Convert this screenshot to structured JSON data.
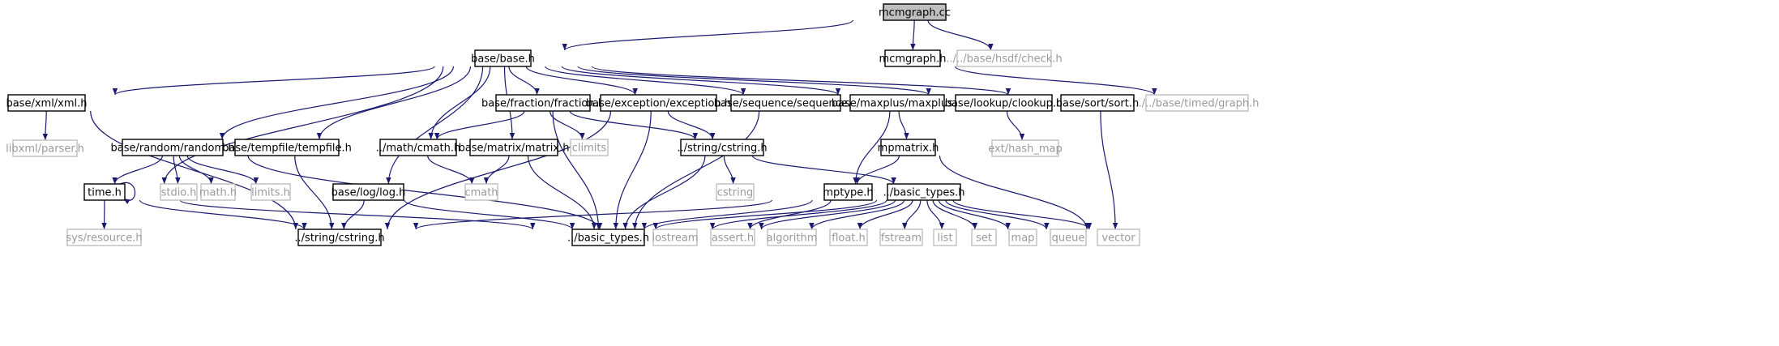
{
  "diagram": {
    "colors": {
      "edge": "#191970",
      "node_border": "#000000",
      "external_border": "#bfbfbf",
      "external_text": "#9a9a9a",
      "root_fill": "#bfbfbf",
      "text": "#000000"
    },
    "nodes": [
      {
        "id": "mcmgraph_cc",
        "label": "mcmgraph.cc",
        "kind": "root"
      },
      {
        "id": "base_base_h",
        "label": "base/base.h",
        "kind": "normal"
      },
      {
        "id": "mcmgraph_h",
        "label": "mcmgraph.h",
        "kind": "normal"
      },
      {
        "id": "check_h",
        "label": "../../base/hsdf/check.h",
        "kind": "external"
      },
      {
        "id": "xml_h",
        "label": "base/xml/xml.h",
        "kind": "normal"
      },
      {
        "id": "fraction_h",
        "label": "base/fraction/fraction.h",
        "kind": "normal"
      },
      {
        "id": "exception_h",
        "label": "base/exception/exception.h",
        "kind": "normal"
      },
      {
        "id": "sequence_h",
        "label": "base/sequence/sequence.h",
        "kind": "normal"
      },
      {
        "id": "maxplus_h",
        "label": "base/maxplus/maxplus.h",
        "kind": "normal"
      },
      {
        "id": "clookup_h",
        "label": "base/lookup/clookup.h",
        "kind": "normal"
      },
      {
        "id": "sort_h",
        "label": "base/sort/sort.h",
        "kind": "normal"
      },
      {
        "id": "timed_graph_h",
        "label": "../../base/timed/graph.h",
        "kind": "external"
      },
      {
        "id": "libxml_parser_h",
        "label": "libxml/parser.h",
        "kind": "external"
      },
      {
        "id": "random_h",
        "label": "base/random/random.h",
        "kind": "normal"
      },
      {
        "id": "tempfile_h",
        "label": "base/tempfile/tempfile.h",
        "kind": "normal"
      },
      {
        "id": "math_cmath_h",
        "label": "../math/cmath.h",
        "kind": "normal"
      },
      {
        "id": "matrix_h",
        "label": "base/matrix/matrix.h",
        "kind": "normal"
      },
      {
        "id": "climits",
        "label": "climits",
        "kind": "external"
      },
      {
        "id": "string_cstring_h",
        "label": "../string/cstring.h",
        "kind": "normal"
      },
      {
        "id": "mpmatrix_h",
        "label": "mpmatrix.h",
        "kind": "normal"
      },
      {
        "id": "hash_map",
        "label": "ext/hash_map",
        "kind": "external"
      },
      {
        "id": "time_h",
        "label": "time.h",
        "kind": "normal"
      },
      {
        "id": "stdio_h",
        "label": "stdio.h",
        "kind": "external"
      },
      {
        "id": "math_h",
        "label": "math.h",
        "kind": "external"
      },
      {
        "id": "limits_h",
        "label": "limits.h",
        "kind": "external"
      },
      {
        "id": "log_h",
        "label": "base/log/log.h",
        "kind": "normal"
      },
      {
        "id": "cmath",
        "label": "cmath",
        "kind": "external"
      },
      {
        "id": "cstring",
        "label": "cstring",
        "kind": "external"
      },
      {
        "id": "mptype_h",
        "label": "mptype.h",
        "kind": "normal"
      },
      {
        "id": "basic_types_h_top",
        "label": "../basic_types.h",
        "kind": "normal"
      },
      {
        "id": "sys_resource_h",
        "label": "sys/resource.h",
        "kind": "external"
      },
      {
        "id": "string_cstring_h_bottom",
        "label": "../string/cstring.h",
        "kind": "normal"
      },
      {
        "id": "basic_types_h_bottom",
        "label": "../basic_types.h",
        "kind": "normal"
      },
      {
        "id": "iostream",
        "label": "iostream",
        "kind": "external"
      },
      {
        "id": "assert_h",
        "label": "assert.h",
        "kind": "external"
      },
      {
        "id": "algorithm",
        "label": "algorithm",
        "kind": "external"
      },
      {
        "id": "float_h",
        "label": "float.h",
        "kind": "external"
      },
      {
        "id": "fstream",
        "label": "fstream",
        "kind": "external"
      },
      {
        "id": "list",
        "label": "list",
        "kind": "external"
      },
      {
        "id": "set",
        "label": "set",
        "kind": "external"
      },
      {
        "id": "map",
        "label": "map",
        "kind": "external"
      },
      {
        "id": "queue",
        "label": "queue",
        "kind": "external"
      },
      {
        "id": "vector",
        "label": "vector",
        "kind": "external"
      }
    ],
    "edges": [
      {
        "from": "mcmgraph_cc",
        "to": "base_base_h"
      },
      {
        "from": "mcmgraph_cc",
        "to": "mcmgraph_h"
      },
      {
        "from": "mcmgraph_cc",
        "to": "check_h"
      },
      {
        "from": "mcmgraph_h",
        "to": "timed_graph_h"
      },
      {
        "from": "base_base_h",
        "to": "xml_h"
      },
      {
        "from": "base_base_h",
        "to": "fraction_h"
      },
      {
        "from": "base_base_h",
        "to": "exception_h"
      },
      {
        "from": "base_base_h",
        "to": "sequence_h"
      },
      {
        "from": "base_base_h",
        "to": "maxplus_h"
      },
      {
        "from": "base_base_h",
        "to": "clookup_h"
      },
      {
        "from": "base_base_h",
        "to": "sort_h"
      },
      {
        "from": "base_base_h",
        "to": "random_h"
      },
      {
        "from": "base_base_h",
        "to": "tempfile_h"
      },
      {
        "from": "base_base_h",
        "to": "math_cmath_h"
      },
      {
        "from": "base_base_h",
        "to": "matrix_h"
      },
      {
        "from": "base_base_h",
        "to": "time_h"
      },
      {
        "from": "base_base_h",
        "to": "log_h"
      },
      {
        "from": "xml_h",
        "to": "libxml_parser_h"
      },
      {
        "from": "xml_h",
        "to": "string_cstring_h_bottom"
      },
      {
        "from": "fraction_h",
        "to": "math_cmath_h"
      },
      {
        "from": "fraction_h",
        "to": "climits"
      },
      {
        "from": "fraction_h",
        "to": "string_cstring_h"
      },
      {
        "from": "fraction_h",
        "to": "basic_types_h_bottom"
      },
      {
        "from": "exception_h",
        "to": "string_cstring_h"
      },
      {
        "from": "exception_h",
        "to": "basic_types_h_bottom"
      },
      {
        "from": "exception_h",
        "to": "string_cstring_h_bottom"
      },
      {
        "from": "sequence_h",
        "to": "basic_types_h_bottom"
      },
      {
        "from": "maxplus_h",
        "to": "mpmatrix_h"
      },
      {
        "from": "maxplus_h",
        "to": "mptype_h"
      },
      {
        "from": "clookup_h",
        "to": "hash_map"
      },
      {
        "from": "sort_h",
        "to": "vector"
      },
      {
        "from": "random_h",
        "to": "time_h"
      },
      {
        "from": "random_h",
        "to": "stdio_h"
      },
      {
        "from": "random_h",
        "to": "math_h"
      },
      {
        "from": "random_h",
        "to": "limits_h"
      },
      {
        "from": "random_h",
        "to": "iostream"
      },
      {
        "from": "tempfile_h",
        "to": "string_cstring_h_bottom"
      },
      {
        "from": "math_cmath_h",
        "to": "cmath"
      },
      {
        "from": "matrix_h",
        "to": "cmath"
      },
      {
        "from": "matrix_h",
        "to": "basic_types_h_bottom"
      },
      {
        "from": "string_cstring_h",
        "to": "cstring"
      },
      {
        "from": "string_cstring_h",
        "to": "basic_types_h_top"
      },
      {
        "from": "string_cstring_h",
        "to": "basic_types_h_bottom"
      },
      {
        "from": "mpmatrix_h",
        "to": "mptype_h"
      },
      {
        "from": "mpmatrix_h",
        "to": "vector"
      },
      {
        "from": "time_h",
        "to": "time_h"
      },
      {
        "from": "time_h",
        "to": "sys_resource_h"
      },
      {
        "from": "time_h",
        "to": "string_cstring_h_bottom"
      },
      {
        "from": "time_h",
        "to": "basic_types_h_bottom"
      },
      {
        "from": "log_h",
        "to": "string_cstring_h_bottom"
      },
      {
        "from": "log_h",
        "to": "basic_types_h_bottom"
      },
      {
        "from": "mptype_h",
        "to": "string_cstring_h_bottom"
      },
      {
        "from": "mptype_h",
        "to": "basic_types_h_bottom"
      },
      {
        "from": "mptype_h",
        "to": "assert_h"
      },
      {
        "from": "basic_types_h_top",
        "to": "basic_types_h_bottom"
      },
      {
        "from": "basic_types_h_top",
        "to": "iostream"
      },
      {
        "from": "basic_types_h_top",
        "to": "assert_h"
      },
      {
        "from": "basic_types_h_top",
        "to": "algorithm"
      },
      {
        "from": "basic_types_h_top",
        "to": "float_h"
      },
      {
        "from": "basic_types_h_top",
        "to": "fstream"
      },
      {
        "from": "basic_types_h_top",
        "to": "list"
      },
      {
        "from": "basic_types_h_top",
        "to": "set"
      },
      {
        "from": "basic_types_h_top",
        "to": "map"
      },
      {
        "from": "basic_types_h_top",
        "to": "queue"
      },
      {
        "from": "basic_types_h_top",
        "to": "vector"
      }
    ]
  }
}
